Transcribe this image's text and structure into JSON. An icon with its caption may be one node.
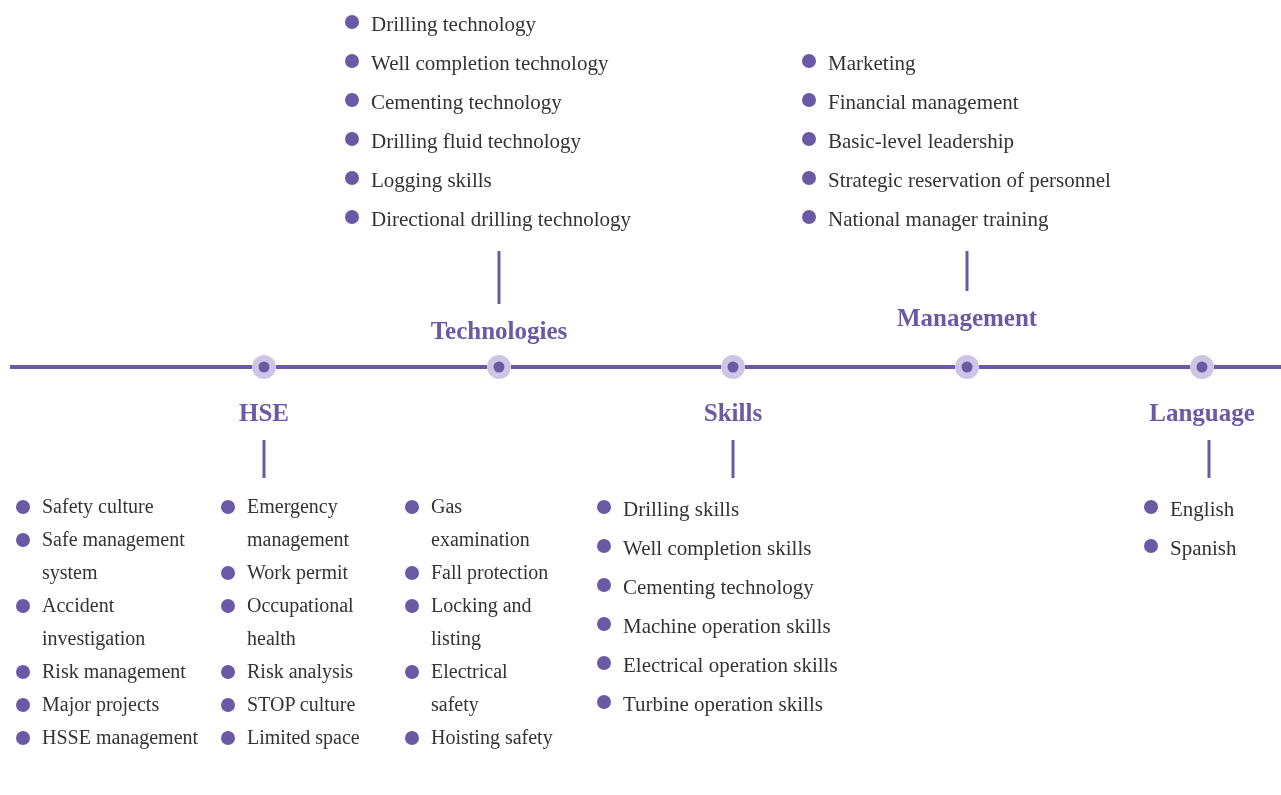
{
  "diagram": {
    "nodes": [
      {
        "text": [
          "Drilling technology",
          "Well completion technology",
          "Cementing technology",
          "Drilling fluid  technology",
          "Logging skills",
          "Directional drilling technology"
        ]
      },
      {
        "text": [
          "Marketing",
          "Financial management",
          "Basic-level leadership",
          "Strategic reservation of personnel",
          "National manager training"
        ]
      },
      {
        "text": [
          "Technologies"
        ]
      },
      {
        "text": [
          "Management"
        ]
      },
      {
        "text": [],
        "shape": "circle"
      },
      {
        "text": [],
        "shape": "circle"
      },
      {
        "text": [],
        "shape": "circle"
      },
      {
        "text": [],
        "shape": "circle"
      },
      {
        "text": [],
        "shape": "circle"
      },
      {
        "text": [
          "HSE"
        ]
      },
      {
        "text": [
          "Skills"
        ]
      },
      {
        "text": [
          "Language"
        ]
      },
      {
        "text": [
          "Safety culture",
          "Safe management system",
          "Accident investigation",
          "Risk management",
          "Major projects",
          "HSSE management",
          "Emergency management",
          "Work permit",
          "Occupational health",
          "Risk analysis",
          "STOP culture",
          "Limited space",
          "Gas examination",
          "Fall protection",
          "Locking and listing",
          "Electrical safety",
          "Hoisting safety"
        ]
      },
      {
        "text": [
          "Drilling skills",
          "Well completion skills",
          "Cementing technology",
          "Machine operation skills",
          "Electrical operation skills",
          "Turbine operation skills"
        ]
      },
      {
        "text": [
          "English",
          "Spanish"
        ]
      }
    ],
    "edges": [
      {
        "from": 0,
        "to": 2,
        "arrow": "none"
      },
      {
        "from": 1,
        "to": 3,
        "arrow": "none"
      },
      {
        "from": 4,
        "to": 5,
        "arrow": "none"
      },
      {
        "from": 5,
        "to": 6,
        "arrow": "none"
      },
      {
        "from": 6,
        "to": 7,
        "arrow": "none"
      },
      {
        "from": 7,
        "to": 8,
        "arrow": "none"
      },
      {
        "from": 9,
        "to": 12,
        "arrow": "none"
      },
      {
        "from": 10,
        "to": 13,
        "arrow": "none"
      },
      {
        "from": 11,
        "to": 14,
        "arrow": "none"
      }
    ]
  }
}
